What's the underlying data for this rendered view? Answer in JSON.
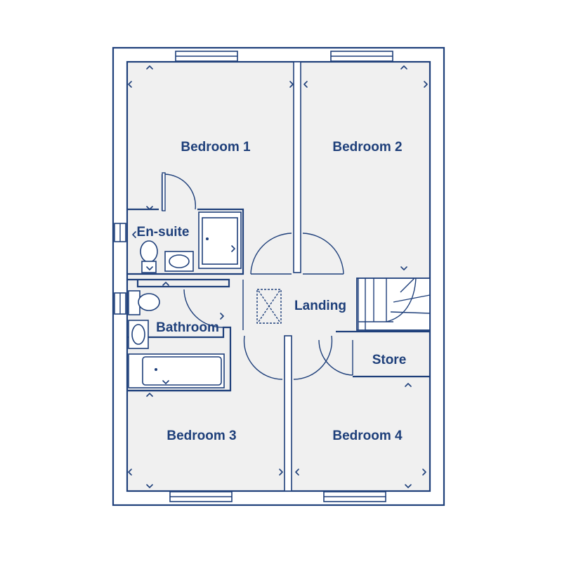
{
  "rooms": {
    "bedroom1": "Bedroom 1",
    "bedroom2": "Bedroom 2",
    "ensuite": "En-suite",
    "landing": "Landing",
    "bathroom": "Bathroom",
    "store": "Store",
    "bedroom3": "Bedroom 3",
    "bedroom4": "Bedroom 4"
  },
  "colors": {
    "line": "#1e3f7a",
    "floor": "#f0f0f0",
    "background": "#ffffff"
  },
  "icons": [
    "loft-hatch-icon",
    "toilet-icon",
    "basin-icon",
    "shower-icon",
    "bath-icon",
    "stairs-icon",
    "door-swing-icon",
    "dimension-marker-icon"
  ]
}
